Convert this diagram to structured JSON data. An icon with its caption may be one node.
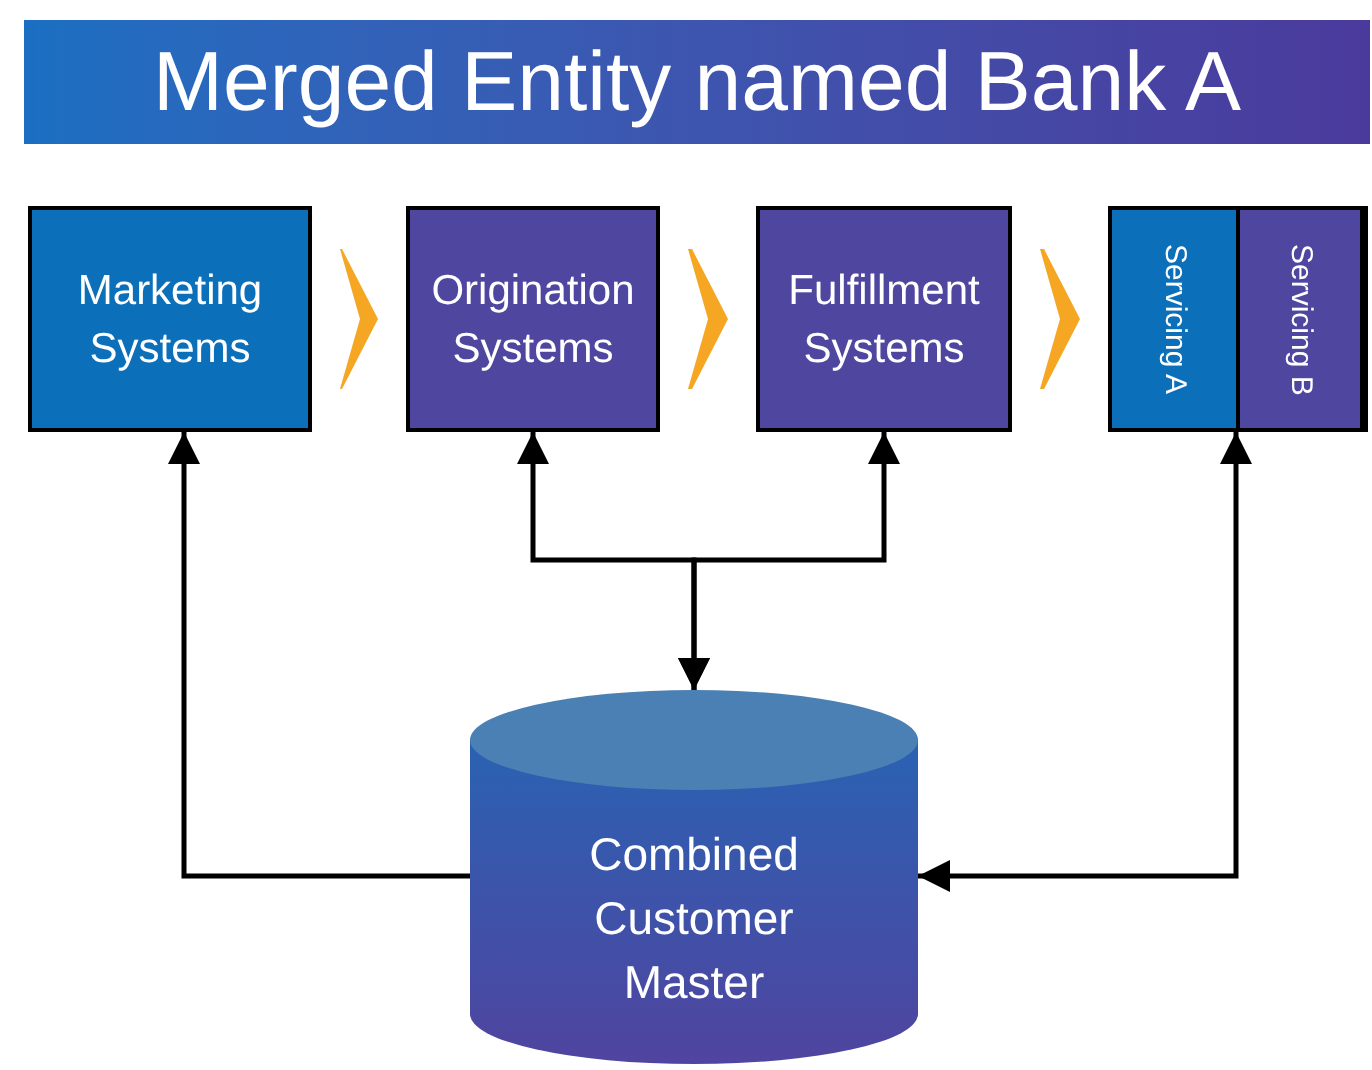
{
  "diagram": {
    "title": "Merged Entity named Bank A",
    "nodes": [
      {
        "text": [
          "Marketing Systems"
        ]
      },
      {
        "text": [
          "Origination Systems"
        ]
      },
      {
        "text": [
          "Fulfillment Systems"
        ]
      },
      {
        "text": [],
        "shape": "box"
      },
      {
        "text": [
          "Servicing A"
        ],
        "in": 3
      },
      {
        "text": [
          "Servicing B"
        ],
        "in": 3
      },
      {
        "text": [
          "Combined Customer Master"
        ]
      }
    ],
    "edges": [
      {
        "from": 0,
        "to": 1,
        "arrow": "to",
        "color": "#f5a623"
      },
      {
        "from": 1,
        "to": 2,
        "arrow": "to",
        "color": "#f5a623"
      },
      {
        "from": 2,
        "to": 3,
        "arrow": "to",
        "color": "#f5a623"
      },
      {
        "from": 6,
        "to": 0,
        "arrow": "to"
      },
      {
        "from": 6,
        "to": 1,
        "arrow": "both"
      },
      {
        "from": 6,
        "to": 2,
        "arrow": "both"
      },
      {
        "from": 6,
        "to": 3,
        "arrow": "both"
      }
    ]
  }
}
